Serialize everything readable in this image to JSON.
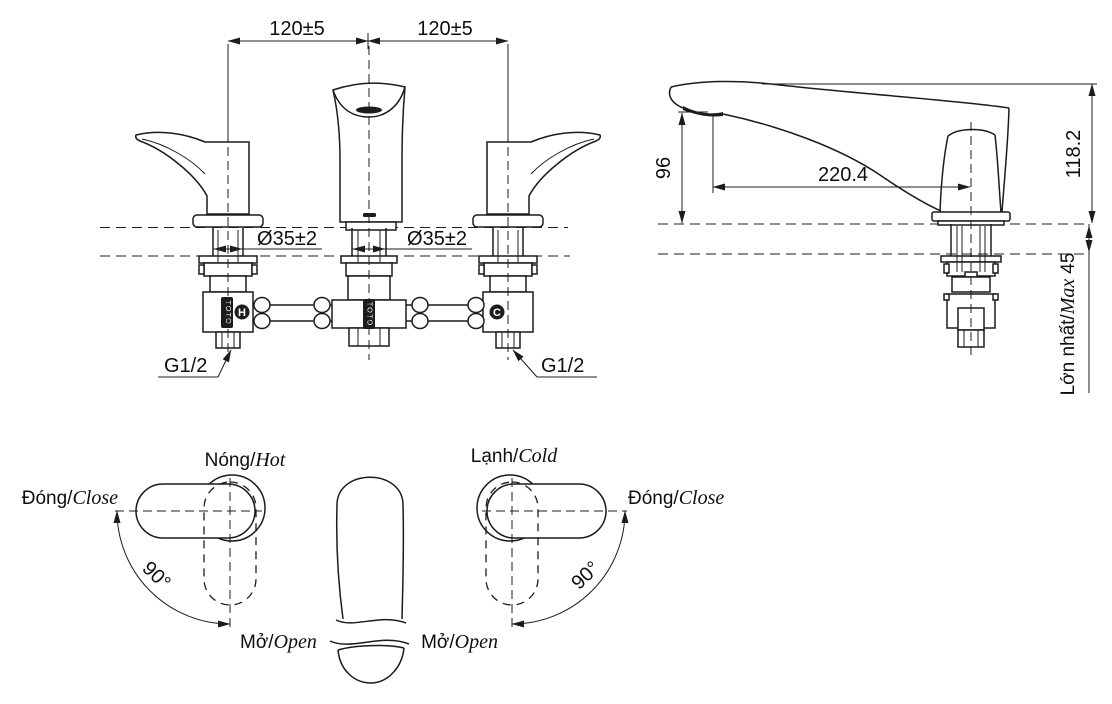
{
  "drawing": {
    "sep": "/",
    "front_view": {
      "spacing_dims": [
        "120±5",
        "120±5"
      ],
      "hole_dims": [
        "Ø35±2",
        "Ø35±2"
      ],
      "thread_labels": [
        "G1/2",
        "G1/2"
      ],
      "hot_marker": "H",
      "cold_marker": "C",
      "brand": "TOTO"
    },
    "side_view": {
      "spout_outlet_height": "96",
      "spout_reach": "220.4",
      "total_height": "118.2",
      "deck_thickness": {
        "vi": "Lớn nhất",
        "en": "Max",
        "value": "45"
      }
    },
    "handle_left": {
      "title": {
        "vi": "Nóng",
        "en": "Hot"
      },
      "close": {
        "vi": "Đóng",
        "en": "Close"
      },
      "open": {
        "vi": "Mở",
        "en": "Open"
      },
      "angle": "90°"
    },
    "handle_right": {
      "title": {
        "vi": "Lạnh",
        "en": "Cold"
      },
      "close": {
        "vi": "Đóng",
        "en": "Close"
      },
      "open": {
        "vi": "Mở",
        "en": "Open"
      },
      "angle": "90°"
    }
  }
}
